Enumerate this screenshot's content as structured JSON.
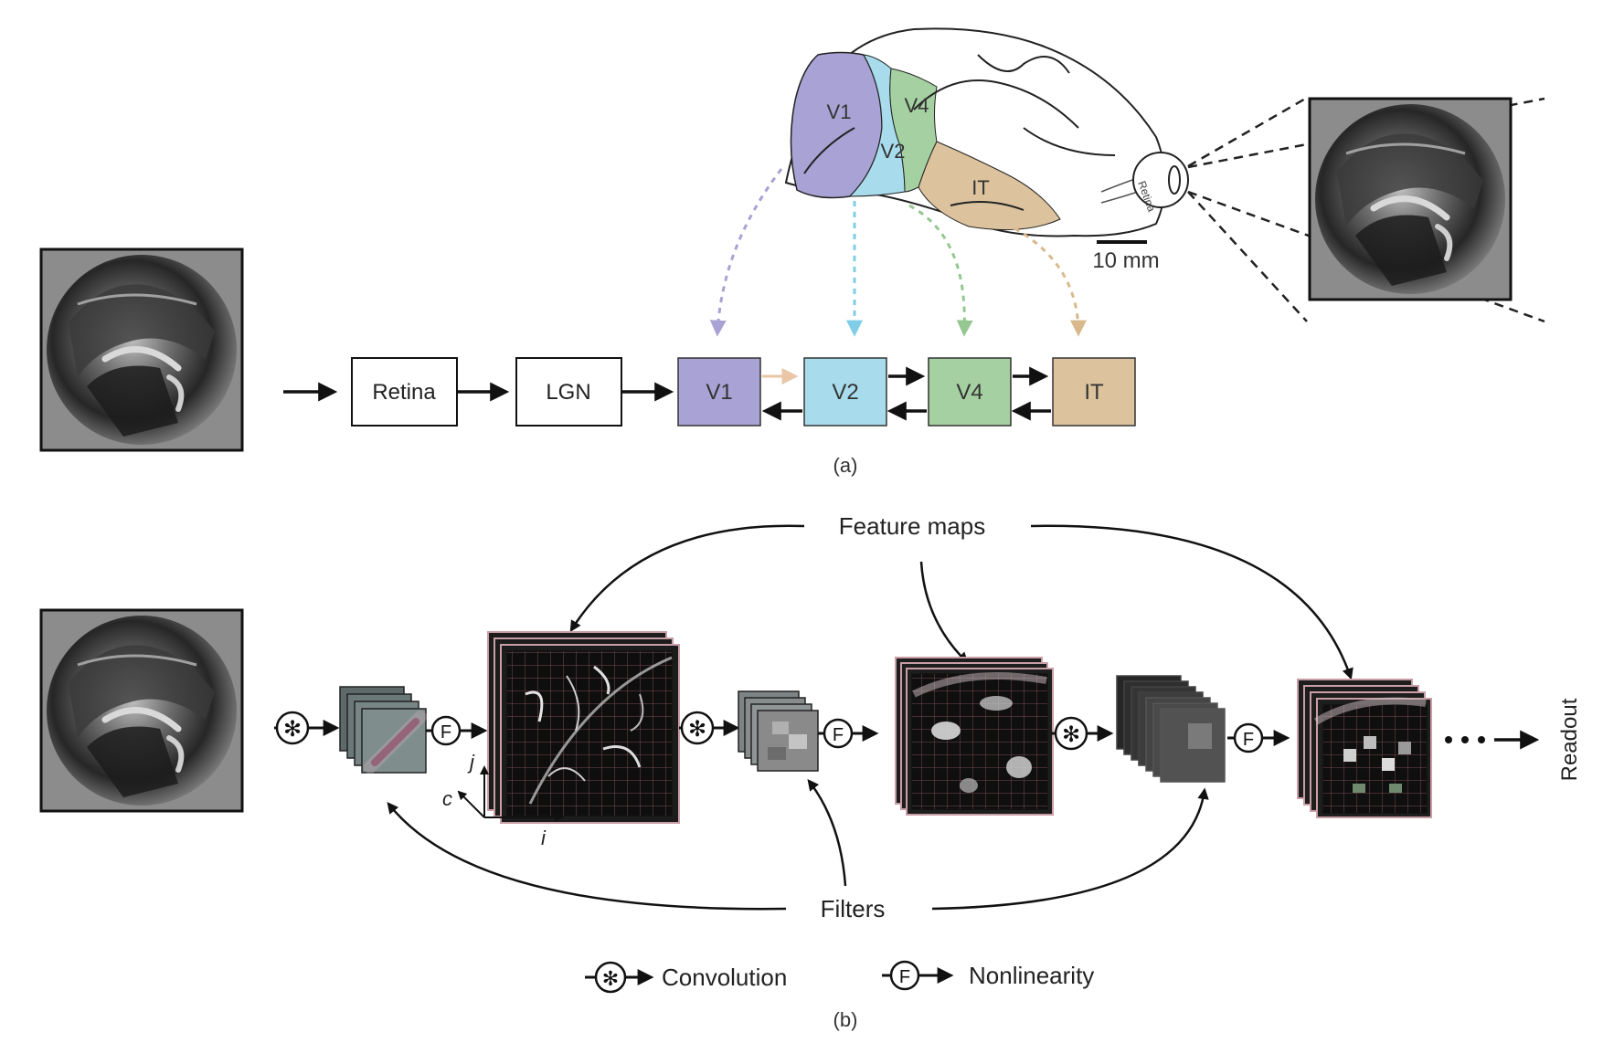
{
  "panel_a": {
    "brain": {
      "areas": [
        "V1",
        "V4",
        "V2",
        "IT"
      ],
      "scale_label": "10 mm",
      "eye_label": "Retina"
    },
    "pipeline": {
      "retina": "Retina",
      "lgn": "LGN",
      "v1": "V1",
      "v2": "V2",
      "v4": "V4",
      "it": "IT"
    },
    "caption": "(a)",
    "colors": {
      "v1": "#a9a2d4",
      "v2": "#a8dcec",
      "v4": "#a5d1a2",
      "it": "#dcc39d"
    }
  },
  "panel_b": {
    "feature_maps_label": "Feature maps",
    "filters_label": "Filters",
    "readout_label": "Readout",
    "axis_labels": {
      "j": "j",
      "c": "c",
      "i": "i"
    },
    "convolution_symbol": "✻",
    "nonlinearity_symbol": "F",
    "legend": {
      "convolution": "Convolution",
      "nonlinearity": "Nonlinearity"
    },
    "caption": "(b)"
  },
  "icons": [
    "natural-image-thumbnail",
    "eye-icon",
    "convolution-operator-icon",
    "nonlinearity-operator-icon"
  ]
}
